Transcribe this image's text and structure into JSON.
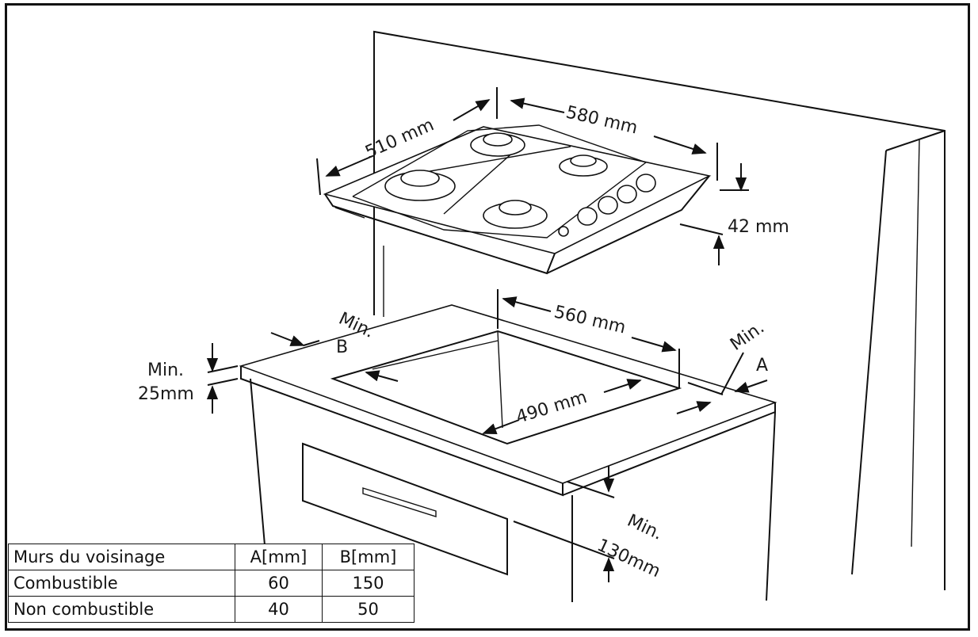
{
  "dimensions": {
    "hob_depth": "510 mm",
    "hob_width": "580 mm",
    "hob_height": "42 mm",
    "cutout_width": "560 mm",
    "cutout_depth": "490 mm",
    "min_a_line1": "Min.",
    "min_a_line2": "A",
    "min_b_line1": "Min.",
    "min_b_line2": "B",
    "min_worktop_line1": "Min.",
    "min_worktop_line2": "25mm",
    "min_drawer_line1": "Min.",
    "min_drawer_line2": "130mm"
  },
  "table": {
    "headers": [
      "Murs du voisinage",
      "A[mm]",
      "B[mm]"
    ],
    "rows": [
      [
        "Combustible",
        "60",
        "150"
      ],
      [
        "Non combustible",
        "40",
        "50"
      ]
    ]
  }
}
